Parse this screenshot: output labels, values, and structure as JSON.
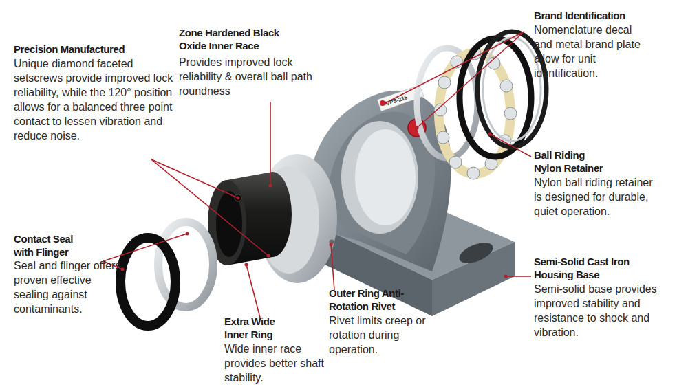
{
  "diagram": {
    "labels": [
      "Precision Manufactured",
      "Unique diamond faceted setscrews provide improved lock reliability, while the 120° position allows for a balanced three point contact to lessen vibration and reduce noise.",
      "Zone Hardened Black Oxide Inner Race",
      "Provides improved lock reliability & overall ball path roundness",
      "Brand Identification",
      "Nomenclature decal and metal brand plate allow for unit identification.",
      "Ball Riding Nylon Retainer",
      "Nylon ball riding retainer is designed for durable, quiet operation.",
      "Semi-Solid Cast Iron Housing Base",
      "Semi-solid base provides improved stability and resistance to shock and vibration.",
      "Contact Seal with Flinger",
      "Seal and flinger offers proven effective sealing against contaminants.",
      "Extra Wide Inner Ring",
      "Wide inner race provides better shaft stability.",
      "Outer Ring Anti-Rotation Rivet",
      "Rivet limits creep or rotation during operation.",
      "VPS-216"
    ]
  }
}
